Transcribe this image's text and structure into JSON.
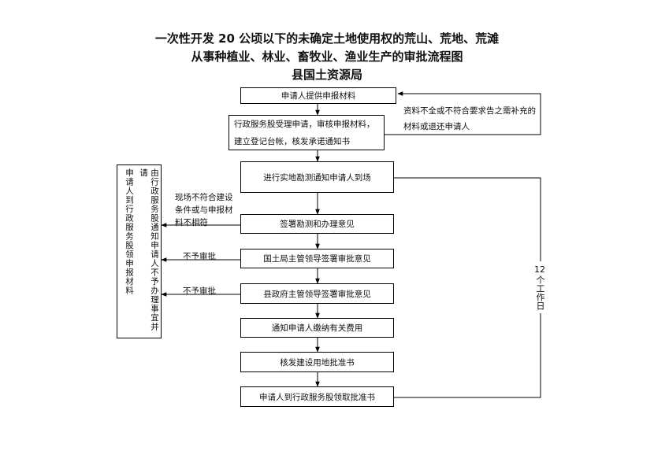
{
  "title": {
    "line1": "一次性开发 20 公顷以下的未确定土地使用权的荒山、荒地、荒滩",
    "line2": "从事种植业、林业、畜牧业、渔业生产的审批流程图",
    "line3": "县国土资源局"
  },
  "steps": [
    "申请人提供申报材料",
    "行政服务股受理申请，审核申报材料，建立登记台帐，核发承诺通知书",
    "进行实地勘测通知申请人到场",
    "签署勘测和办理意见",
    "国土局主管领导签署审批意见",
    "县政府主管领导签署审批意见",
    "通知申请人缴纳有关费用",
    "核发建设用地批准书",
    "申请人到行政服务股领取批准书"
  ],
  "notes": {
    "supplement": "资料不全或不符合要求告之需补充的材料或退还申请人",
    "site_mismatch": "现场不符合建设条件或与申报材料不相符",
    "reject1": "不予审批",
    "reject2": "不予审批"
  },
  "left_box": {
    "col1": "由行政服务股通知申请人不予办理事宜并请",
    "col2": "申请人到行政服务股领申报材料"
  },
  "time_limit": {
    "number": "12",
    "unit": "个工作日"
  }
}
